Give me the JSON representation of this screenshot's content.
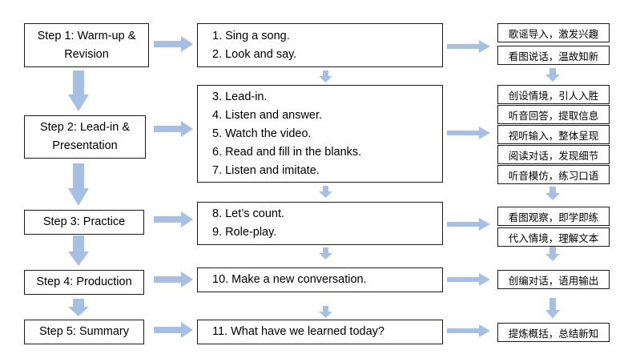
{
  "steps": [
    {
      "label": "Step 1: Warm-up &\nRevision"
    },
    {
      "label": "Step 2: Lead-in &\nPresentation"
    },
    {
      "label": "Step 3: Practice"
    },
    {
      "label": "Step 4: Production"
    },
    {
      "label": "Step 5: Summary"
    }
  ],
  "activities": [
    {
      "items": [
        "1. Sing a song.",
        "2. Look and say."
      ]
    },
    {
      "items": [
        "3. Lead-in.",
        "4. Listen and answer.",
        "5. Watch the video.",
        "6. Read and fill in the blanks.",
        "7. Listen and imitate."
      ]
    },
    {
      "items": [
        "8. Let’s count.",
        "9. Role-play."
      ]
    },
    {
      "items": [
        "10. Make a new conversation."
      ]
    },
    {
      "items": [
        "11. What have we learned today?"
      ]
    }
  ],
  "notes": [
    "歌谣导入，激发兴趣",
    "看图说话，温故知新",
    "创设情境，引人入胜",
    "听音回答，提取信息",
    "视听输入，整体呈现",
    "阅读对话，发现细节",
    "听音模仿，练习口语",
    "看图观察，即学即练",
    "代入情境，理解文本",
    "创编对话，语用输出",
    "提炼概括，总结新知"
  ],
  "colors": {
    "arrow": "#a7bfe3",
    "border": "#1a1a1a"
  }
}
